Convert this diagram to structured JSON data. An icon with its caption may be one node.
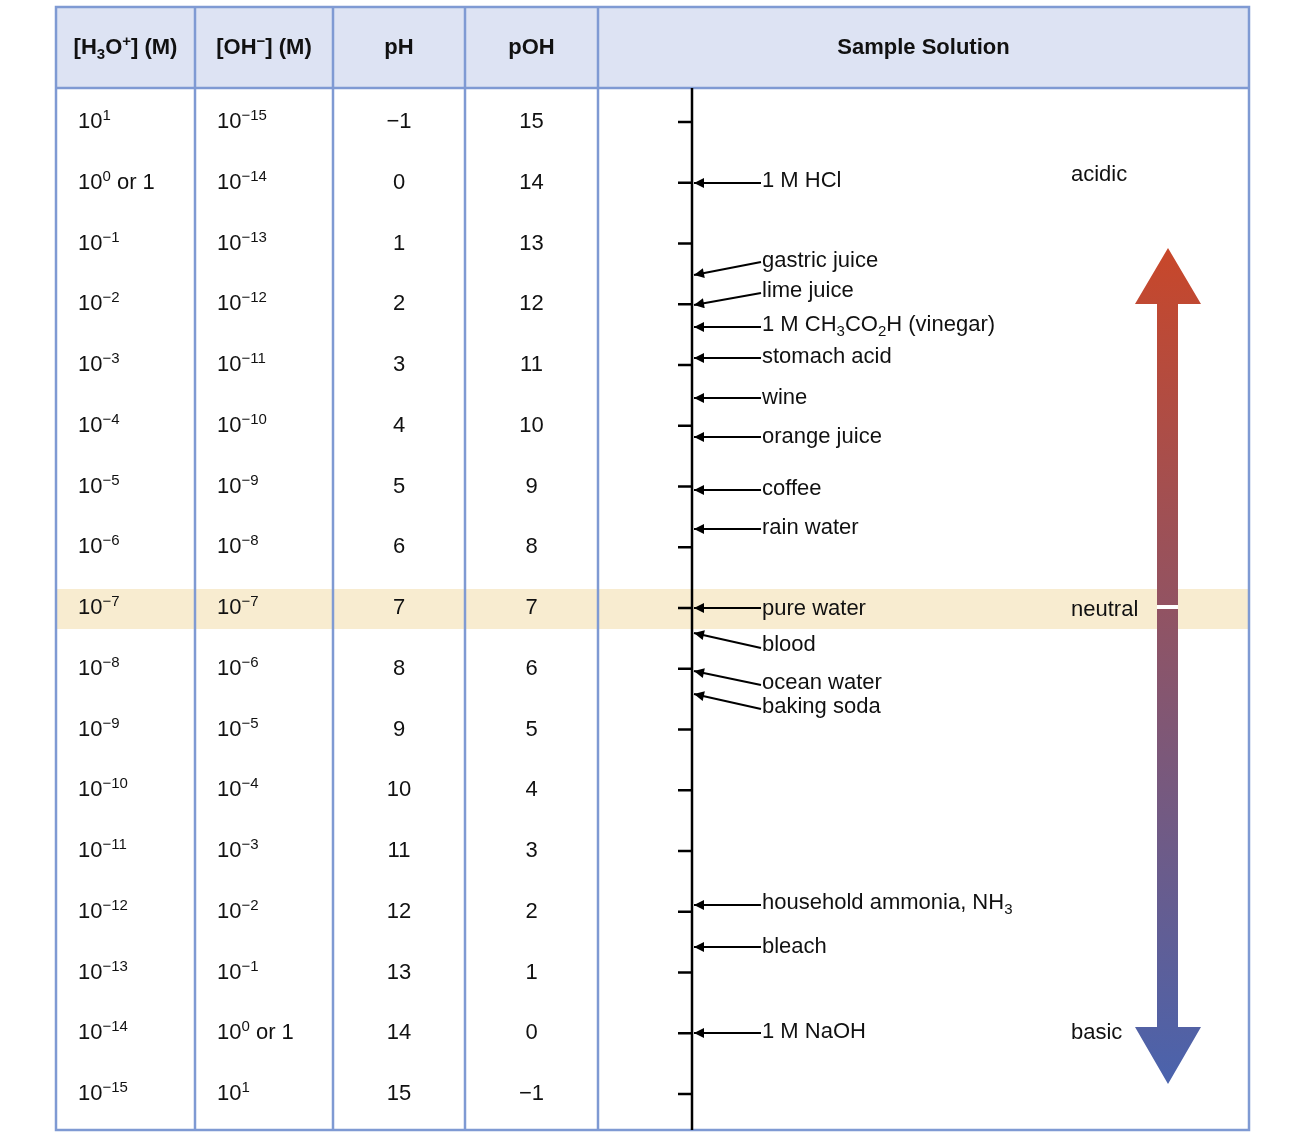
{
  "diagram": {
    "nodes": [
      {
        "text": [
          "1 M HCl"
        ]
      },
      {
        "text": [
          "gastric juice"
        ]
      },
      {
        "text": [
          "lime juice"
        ]
      },
      {
        "text": [
          "1 M CH$_{3}$CO$_{2}$H (vinegar)"
        ]
      },
      {
        "text": [
          "stomach acid"
        ]
      },
      {
        "text": [
          "wine"
        ]
      },
      {
        "text": [
          "orange juice"
        ]
      },
      {
        "text": [
          "coffee"
        ]
      },
      {
        "text": [
          "rain water"
        ]
      },
      {
        "text": [
          "pure water"
        ]
      },
      {
        "text": [
          "blood"
        ]
      },
      {
        "text": [
          "ocean water"
        ]
      },
      {
        "text": [
          "baking soda"
        ]
      },
      {
        "text": [
          "household ammonia, NH$_{3}$"
        ]
      },
      {
        "text": [
          "bleach"
        ]
      },
      {
        "text": [
          "1 M NaOH"
        ]
      },
      {
        "text": [],
        "shape": "bar"
      }
    ],
    "edges": [
      {
        "from": 0,
        "to": 16,
        "arrow": "to"
      },
      {
        "from": 1,
        "to": 16,
        "arrow": "to"
      },
      {
        "from": 2,
        "to": 16,
        "arrow": "to"
      },
      {
        "from": 3,
        "to": 16,
        "arrow": "to"
      },
      {
        "from": 4,
        "to": 16,
        "arrow": "to"
      },
      {
        "from": 5,
        "to": 16,
        "arrow": "to"
      },
      {
        "from": 6,
        "to": 16,
        "arrow": "to"
      },
      {
        "from": 7,
        "to": 16,
        "arrow": "to"
      },
      {
        "from": 8,
        "to": 16,
        "arrow": "to"
      },
      {
        "from": 9,
        "to": 16,
        "arrow": "to"
      },
      {
        "from": 10,
        "to": 16,
        "arrow": "to"
      },
      {
        "from": 11,
        "to": 16,
        "arrow": "to"
      },
      {
        "from": 12,
        "to": 16,
        "arrow": "to"
      },
      {
        "from": 13,
        "to": 16,
        "arrow": "to"
      },
      {
        "from": 14,
        "to": 16,
        "arrow": "to"
      },
      {
        "from": 15,
        "to": 16,
        "arrow": "to"
      }
    ],
    "labels": [
      "[H$_{3}$O$^{+}$] (M)",
      "[OH$^{−}$] (M)",
      "pH",
      "pOH",
      "Sample Solution",
      "10$^{1}$",
      "10$^{−15}$",
      "−1",
      "15",
      "10$^{0}$ or 1",
      "10$^{−14}$",
      "0",
      "14",
      "10$^{−1}$",
      "10$^{−13}$",
      "1",
      "13",
      "10$^{−2}$",
      "10$^{−12}$",
      "2",
      "12",
      "10$^{−3}$",
      "10$^{−11}$",
      "3",
      "11",
      "10$^{−4}$",
      "10$^{−10}$",
      "4",
      "10",
      "10$^{−5}$",
      "10$^{−9}$",
      "5",
      "9",
      "10$^{−6}$",
      "10$^{−8}$",
      "6",
      "8",
      "10$^{−7}$",
      "10$^{−7}$",
      "7",
      "7",
      "10$^{−8}$",
      "10$^{−6}$",
      "8",
      "6",
      "10$^{−9}$",
      "10$^{−5}$",
      "9",
      "5",
      "10$^{−10}$",
      "10$^{−4}$",
      "10",
      "4",
      "10$^{−11}$",
      "10$^{−3}$",
      "11",
      "3",
      "10$^{−12}$",
      "10$^{−2}$",
      "12",
      "2",
      "10$^{−13}$",
      "10$^{−1}$",
      "13",
      "1",
      "10$^{−14}$",
      "10$^{0}$ or 1",
      "14",
      "0",
      "10$^{−15}$",
      "10$^{1}$",
      "15",
      "−1",
      "acidic",
      "neutral",
      "basic"
    ]
  }
}
